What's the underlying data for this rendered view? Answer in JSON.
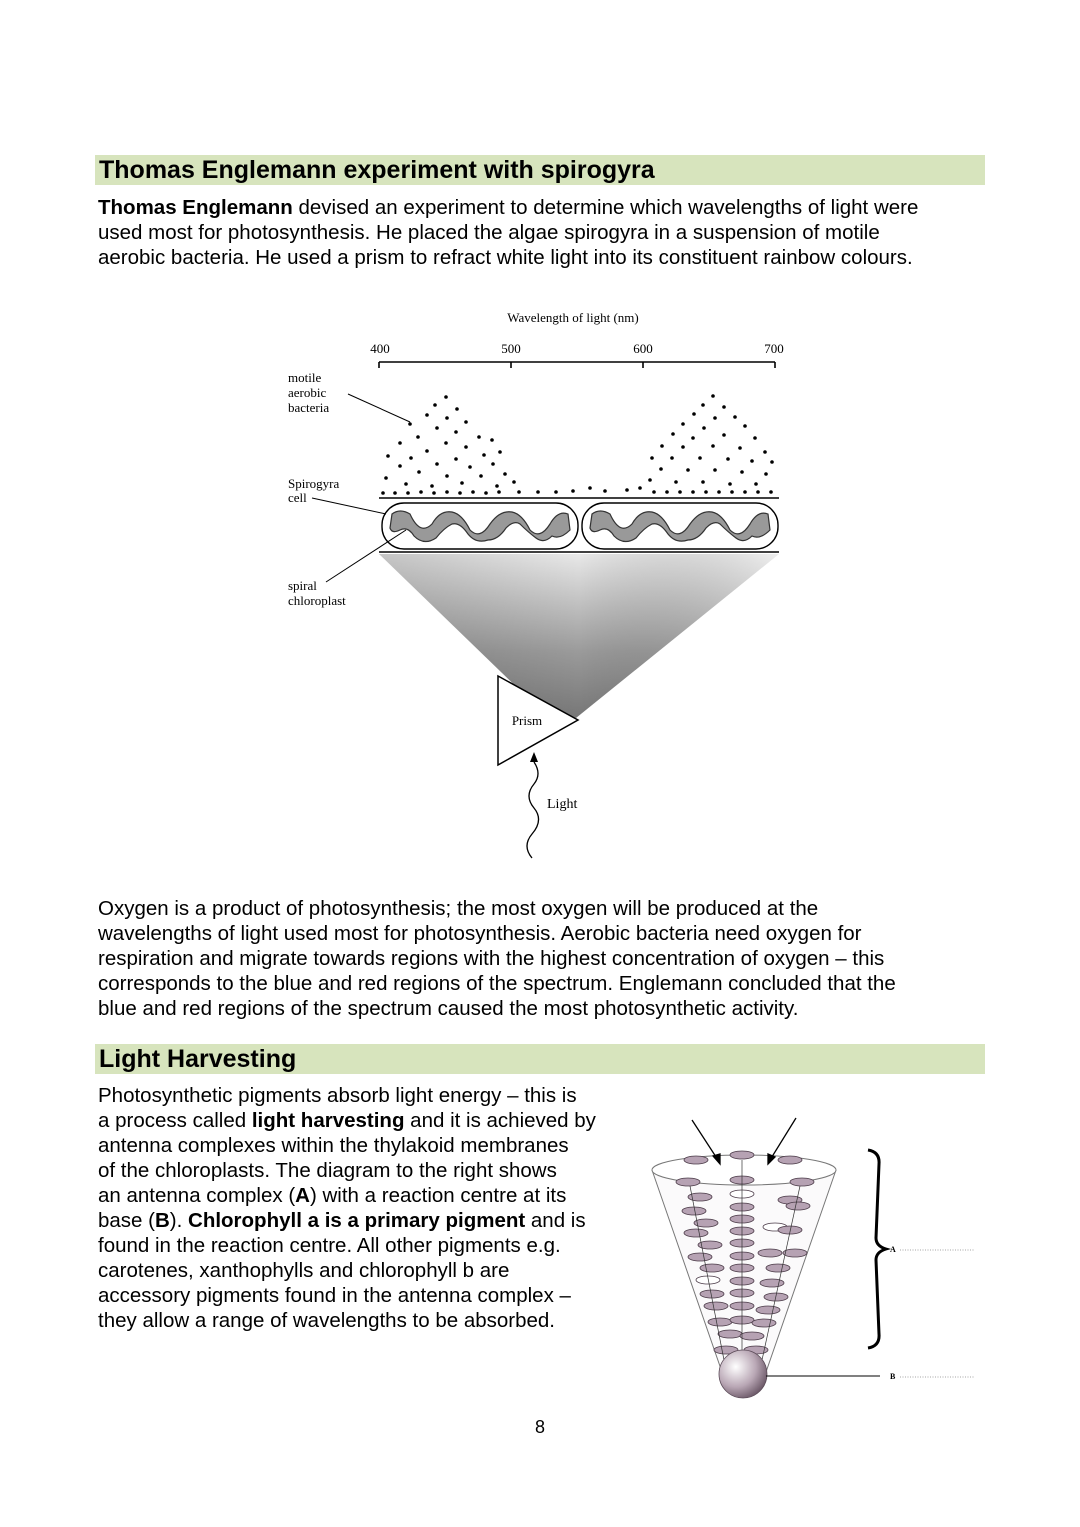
{
  "section1": {
    "heading": "Thomas Englemann experiment with spirogyra",
    "intro_bold": "Thomas Englemann",
    "intro_line1_rest": " devised an experiment to determine which wavelengths of light were",
    "intro_line2": "used most for photosynthesis. He placed the algae spirogyra in a suspension of motile",
    "intro_line3": "aerobic bacteria. He used a prism to refract white light into its constituent rainbow colours."
  },
  "figure1": {
    "axis_title": "Wavelength of light (nm)",
    "ticks": [
      "400",
      "500",
      "600",
      "700"
    ],
    "label_bacteria": [
      "motile",
      "aerobic",
      "bacteria"
    ],
    "label_spirogyra": [
      "Spirogyra",
      "cell"
    ],
    "label_chloroplast": [
      "spiral",
      "chloroplast"
    ],
    "label_prism": "Prism",
    "label_light": "Light"
  },
  "section1_conclusion": [
    "Oxygen is a product of photosynthesis; the most oxygen will be produced at the",
    "wavelengths of light used most for photosynthesis. Aerobic bacteria need oxygen for",
    "respiration and migrate towards regions with the highest concentration of oxygen – this",
    "corresponds to the blue and red regions of the spectrum. Englemann concluded that the",
    "blue and red regions of the spectrum caused the most photosynthetic activity."
  ],
  "section2": {
    "heading": "Light Harvesting",
    "l1": "Photosynthetic pigments absorb light energy – this is",
    "l2_pre": "a process called ",
    "l2_bold": "light harvesting",
    "l2_post": " and it is achieved by",
    "l3": "antenna complexes within the thylakoid membranes",
    "l4": "of the chloroplasts. The diagram to the right shows",
    "l5_pre": "an antenna complex (",
    "l5_bold": "A",
    "l5_post": ") with a reaction centre at its",
    "l6_pre": "base (",
    "l6_bold": "B",
    "l6_mid": "). ",
    "l6_bold2": "Chlorophyll a is a primary pigment",
    "l6_post": " and is",
    "l7": "found in the reaction centre. All other pigments e.g.",
    "l8": "carotenes, xanthophylls and chlorophyll b are",
    "l9": "accessory pigments found in the antenna complex –",
    "l10": "they allow a range of wavelengths to be absorbed."
  },
  "figure2": {
    "label_a": "A",
    "label_b": "B"
  },
  "page_number": "8"
}
